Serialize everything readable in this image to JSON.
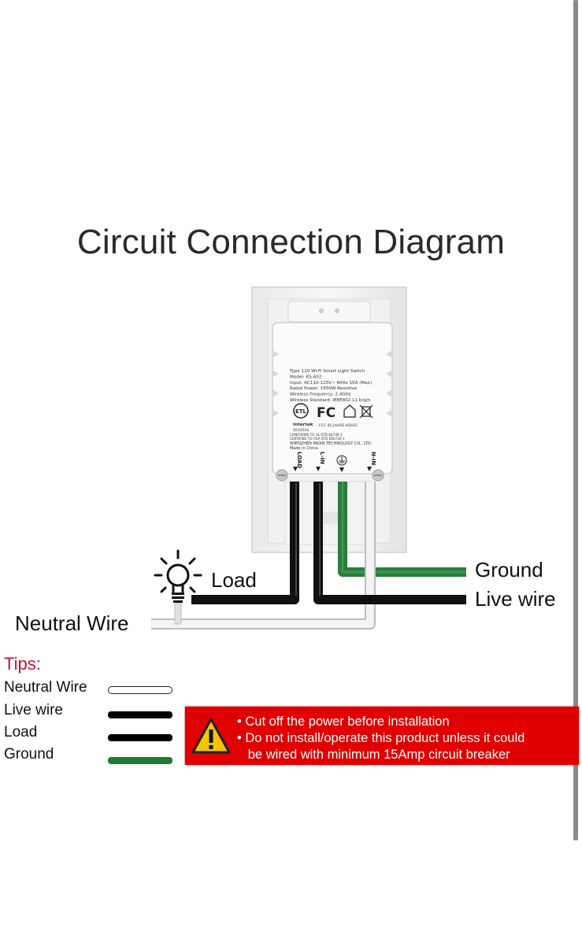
{
  "title": "Circuit Connection Diagram",
  "labels": {
    "load": "Load",
    "ground": "Ground",
    "live_wire": "Live wire",
    "neutral_wire": "Neutral Wire"
  },
  "device": {
    "spec_lines": [
      "Type 120 Wi-Fi Smart Light Switch",
      "Model: KS-602",
      "Input: AC110-125V~ 60Hz 15A (Max)",
      "Rated Power: 1650W  Resistive",
      "Wireless Frequency: 2.4GHz",
      "Wireless Standard: IEEE802.11 b/g/n"
    ],
    "cert_lines": [
      "Intertek",
      "5010524",
      "FCC ID:2AHRE-KS602",
      "CONFORMS TO UL STD 60730-1",
      "CERTIFIED TO CSA STD E60730-1",
      "SHENZHEN MIDIN TECHNOLOGY CO., LTD",
      "Made in China"
    ],
    "terminals": [
      "LOAD",
      "L-IN",
      "GND",
      "N-IN"
    ],
    "marks": [
      "ETL",
      "FC"
    ]
  },
  "tips": {
    "heading": "Tips:",
    "items": [
      {
        "label": "Neutral Wire",
        "color": "#ffffff"
      },
      {
        "label": "Live wire",
        "color": "#000000"
      },
      {
        "label": "Load",
        "color": "#000000"
      },
      {
        "label": "Ground",
        "color": "#1e7a34"
      }
    ]
  },
  "warning": {
    "lines": [
      "• Cut off the power before installation",
      "• Do not install/operate this product unless it could",
      "   be wired with minimum 15Amp circuit breaker"
    ],
    "icon": "warning-triangle-icon",
    "background": "#e10000"
  },
  "colors": {
    "ground_wire": "#2a7d3a",
    "live_wire": "#111111",
    "neutral_wire": "#f2f2f2",
    "tips_heading": "#c8102e"
  }
}
